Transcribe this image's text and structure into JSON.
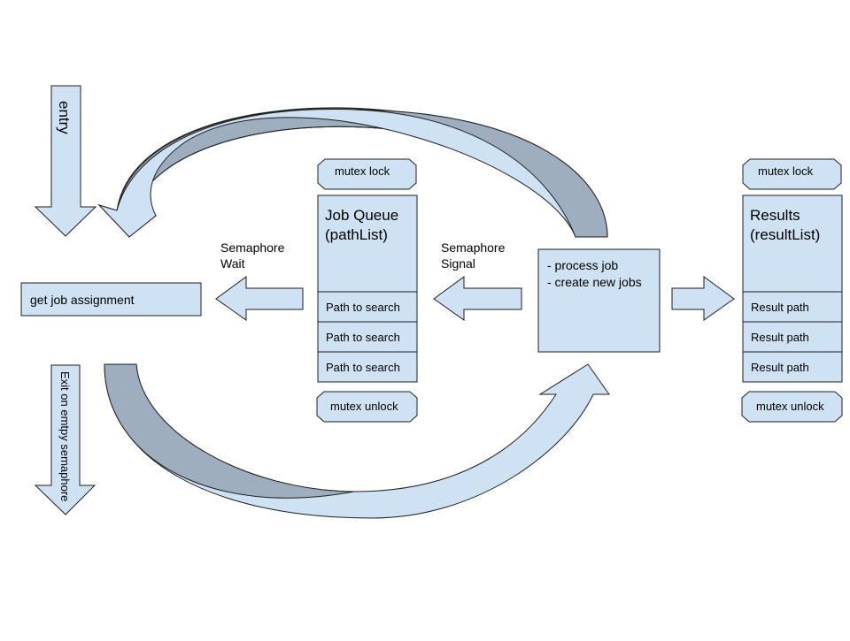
{
  "colors": {
    "fill": "#cfe2f3",
    "shade": "#9eaebf",
    "stroke": "#1f1f1f"
  },
  "entry": {
    "label": "entry"
  },
  "exit": {
    "label": "Exit on emtpy semaphore"
  },
  "assignment": {
    "label": "get job assignment"
  },
  "semaphore_wait": {
    "line1": "Semaphore",
    "line2": "Wait"
  },
  "semaphore_signal": {
    "line1": "Semaphore",
    "line2": "Signal"
  },
  "job_queue": {
    "lock_label": "mutex lock",
    "unlock_label": "mutex unlock",
    "title_line1": "Job Queue",
    "title_line2": "(pathList)",
    "rows": [
      "Path to search",
      "Path to search",
      "Path to search"
    ]
  },
  "processor": {
    "line1": "- process job",
    "line2": "- create new jobs"
  },
  "results": {
    "lock_label": "mutex lock",
    "unlock_label": "mutex unlock",
    "title_line1": "Results",
    "title_line2": "(resultList)",
    "rows": [
      "Result path",
      "Result path",
      "Result path"
    ]
  }
}
